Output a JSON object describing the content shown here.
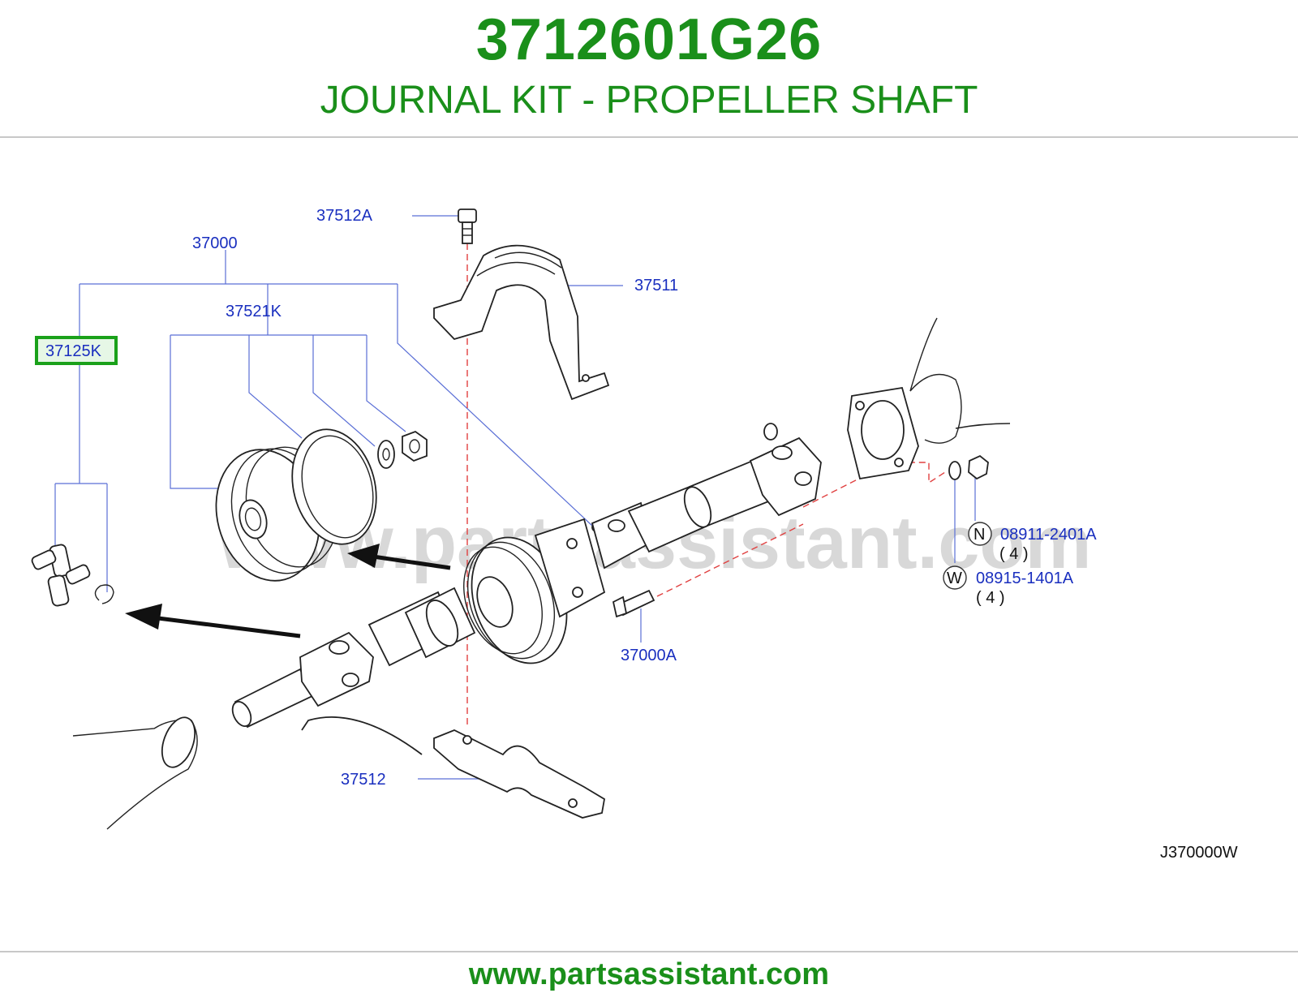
{
  "header": {
    "part_number": "3712601G26",
    "part_name": "JOURNAL KIT - PROPELLER SHAFT"
  },
  "diagram": {
    "watermark": "www.partsassistant.com",
    "drawing_code": "J370000W",
    "highlight_color": "#1aa11a",
    "callouts": {
      "c37512A": "37512A",
      "c37000": "37000",
      "c37511": "37511",
      "c37521K": "37521K",
      "c37125K": "37125K",
      "c37000A": "37000A",
      "c37512": "37512",
      "c08911": "08911-2401A",
      "c08911_qty": "( 4 )",
      "c08911_badge": "N",
      "c08915": "08915-1401A",
      "c08915_qty": "( 4 )",
      "c08915_badge": "W"
    }
  },
  "footer": {
    "url": "www.partsassistant.com"
  }
}
